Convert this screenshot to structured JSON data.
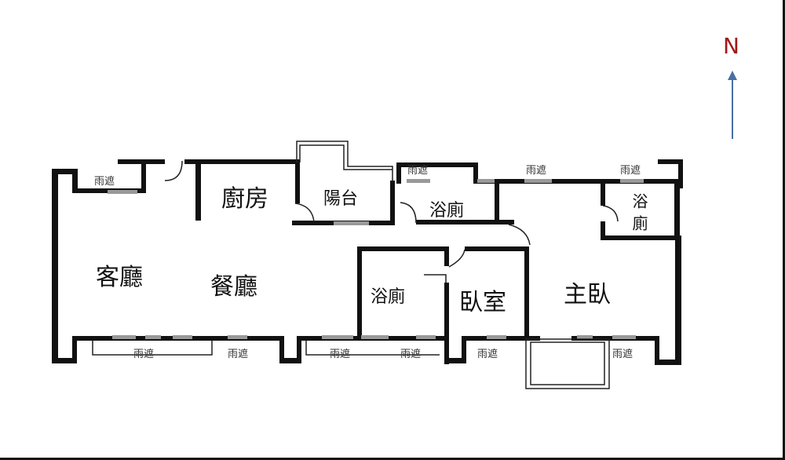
{
  "compass": {
    "label": "N",
    "arrow_color": "#4a6fa5",
    "label_color": "#a01818"
  },
  "rooms": {
    "living_room": "客廳",
    "dining_room": "餐廳",
    "kitchen": "廚房",
    "balcony": "陽台",
    "bathroom_north": "浴廁",
    "bathroom_master": "浴廁",
    "bathroom_middle": "浴廁",
    "bedroom": "臥室",
    "master_bedroom": "主臥"
  },
  "canopy_label": "雨遮"
}
